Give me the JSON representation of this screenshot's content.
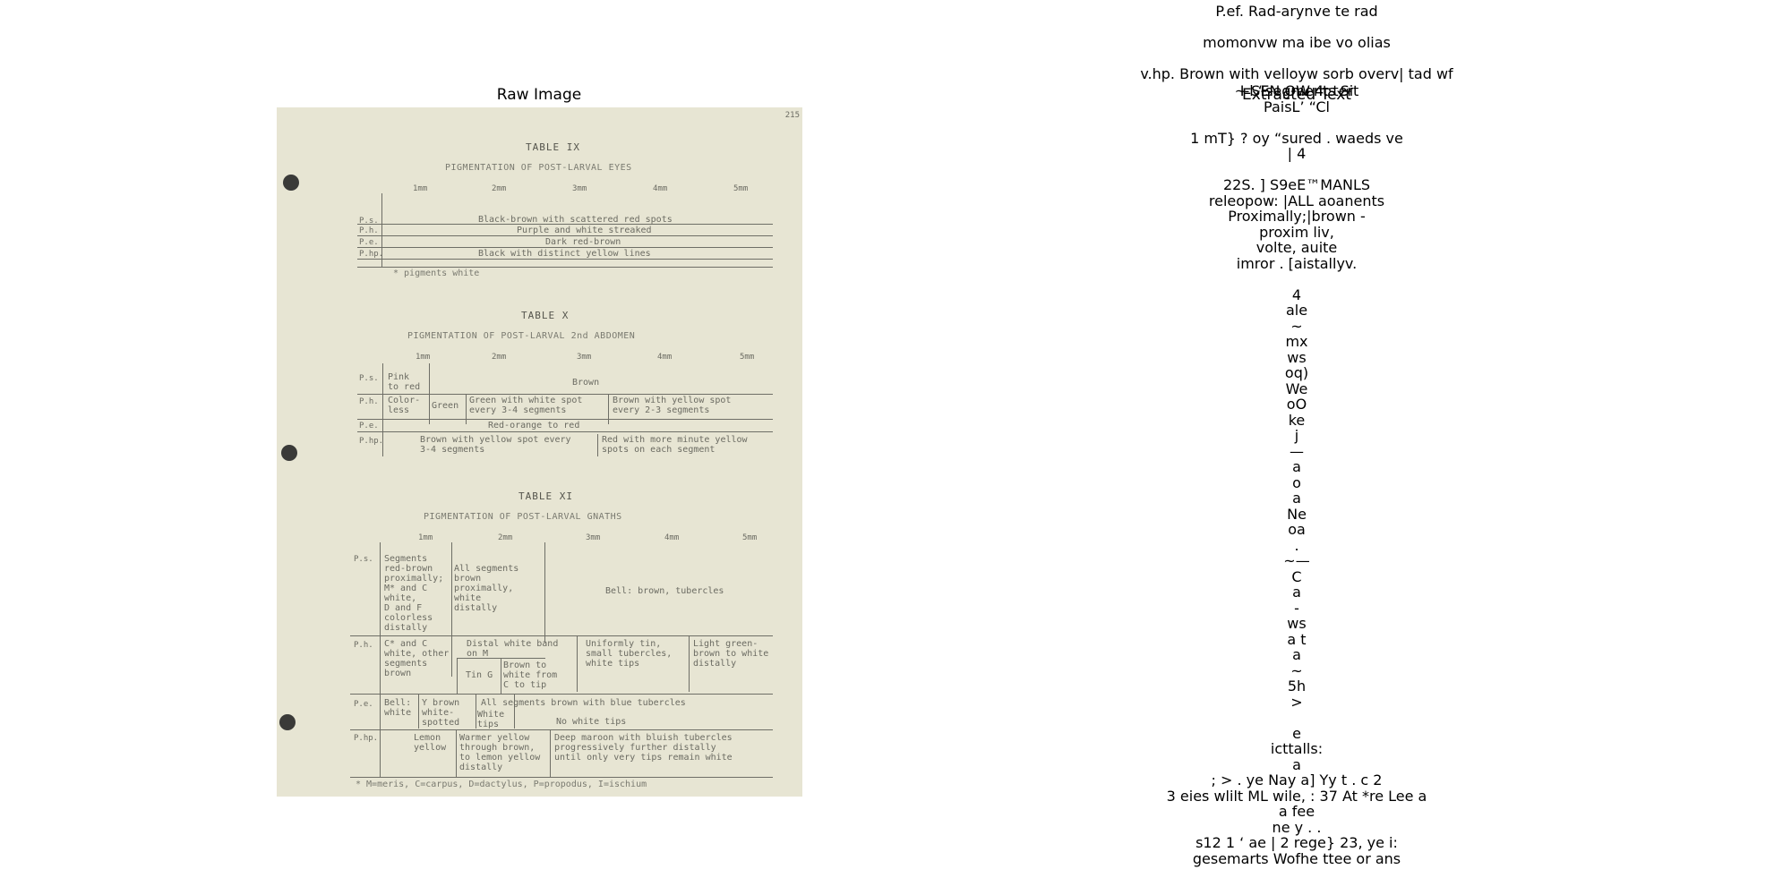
{
  "panels": {
    "raw_title": "Raw Image",
    "ocr_title": "Extracted Text"
  },
  "scan": {
    "page_number": "215",
    "table9": {
      "caption": "TABLE IX",
      "subtitle": "PIGMENTATION OF POST-LARVAL EYES",
      "col_heads": [
        "1mm",
        "2mm",
        "3mm",
        "4mm",
        "5mm"
      ],
      "rows": [
        {
          "label": "P.s.",
          "text": "Black-brown with scattered red spots"
        },
        {
          "label": "P.h.",
          "text": "Purple and white streaked"
        },
        {
          "label": "P.e.",
          "text": "Dark red-brown"
        },
        {
          "label": "P.hp.",
          "text": "Black with distinct yellow lines"
        }
      ],
      "footnote": "* pigments white"
    },
    "table10": {
      "caption": "TABLE X",
      "subtitle": "PIGMENTATION OF POST-LARVAL 2nd ABDOMEN",
      "col_heads": [
        "1mm",
        "2mm",
        "3mm",
        "4mm",
        "5mm"
      ],
      "rows": [
        {
          "label": "P.s.",
          "c1": "Pink\nto red",
          "c2": "Brown"
        },
        {
          "label": "P.h.",
          "c1": "Color-\nless",
          "c1b": "Green",
          "c2": "Green with white spot\nevery 3-4 segments",
          "c3": "Brown with yellow spot\nevery 2-3 segments"
        },
        {
          "label": "P.e.",
          "c2": "Red-orange to red"
        },
        {
          "label": "P.hp.",
          "c2": "Brown with yellow spot every\n3-4 segments",
          "c3": "Red with more minute yellow\nspots on each segment"
        }
      ]
    },
    "table11": {
      "caption": "TABLE XI",
      "subtitle": "PIGMENTATION OF POST-LARVAL GNATHS",
      "col_heads": [
        "1mm",
        "2mm",
        "3mm",
        "4mm",
        "5mm"
      ],
      "rows": [
        {
          "label": "P.s.",
          "c1": "Segments\nred-brown\nproximally;\nM* and C\nwhite,\nD and F\ncolorless\ndistally",
          "c2": "All segments\nbrown\nproximally,\nwhite\ndistally",
          "c3": "Bell: brown, tubercles"
        },
        {
          "label": "P.h.",
          "c1": "C* and C\nwhite, other\nsegments\nbrown",
          "c2": "Distal white band\non M",
          "c2b": "Tin G",
          "c2c": "Brown to\nwhite from\nC to tip",
          "c3": "Uniformly tin,\nsmall tubercles,\nwhite tips",
          "c4": "Light green-\nbrown to white\ndistally"
        },
        {
          "label": "P.e.",
          "c1": "Bell:\nwhite",
          "c1b": "Y brown\nwhite-\nspotted",
          "c2": "All segments brown with blue tubercles",
          "c2b": "White\ntips",
          "c3": "No white tips"
        },
        {
          "label": "P.hp.",
          "c1": "Lemon\nyellow",
          "c2": "Warmer yellow\nthrough brown,\nto lemon yellow\ndistally",
          "c3": "Deep maroon with bluish tubercles\nprogressively further distally\nuntil only very tips remain white"
        }
      ],
      "footnote": "* M=meris, C=carpus, D=dactylus, P=propodus, I=ischium"
    }
  },
  "ocr": {
    "top_lines": [
      "P.ef. Rad-arynve te rad",
      "momonvw ma ibe vo olias",
      "v.hp. Brown with velloyw sorb overv| tad wf",
      "~ SEN OW 4. tert"
    ],
    "main_blocks": [
      [
        "I-l “segments Si",
        "PaisL’ “Cl"
      ],
      [
        "1 mT} ? oy “sured . waeds ve",
        "| 4"
      ],
      [
        "22S. ] S9eE™MANLS",
        "releopow: |ALL aoanents",
        "Proximally;|brown -",
        "proxim liv,",
        "volte, auite",
        "imror . [aistallyv."
      ],
      [
        "4",
        "ale",
        "~",
        "mx",
        "ws",
        "oq)",
        "We",
        "oO",
        "ke",
        "j",
        "—",
        "a",
        "o",
        "a",
        "Ne",
        "oa",
        ".",
        "~—",
        "C",
        "a",
        "-",
        "ws",
        "a t",
        "a",
        "~",
        "5h",
        ">"
      ],
      [
        "e",
        "icttalls:",
        "a",
        "; > . ye Nay a] Yy t . c 2",
        "3 eies wlilt ML wile, : 37 At *re Lee a",
        "a fee",
        "ne y . .",
        "s12 1 ‘ ae | 2 rege} 23, ye i:",
        "gesemarts Wofhe ttee or ans"
      ]
    ]
  }
}
